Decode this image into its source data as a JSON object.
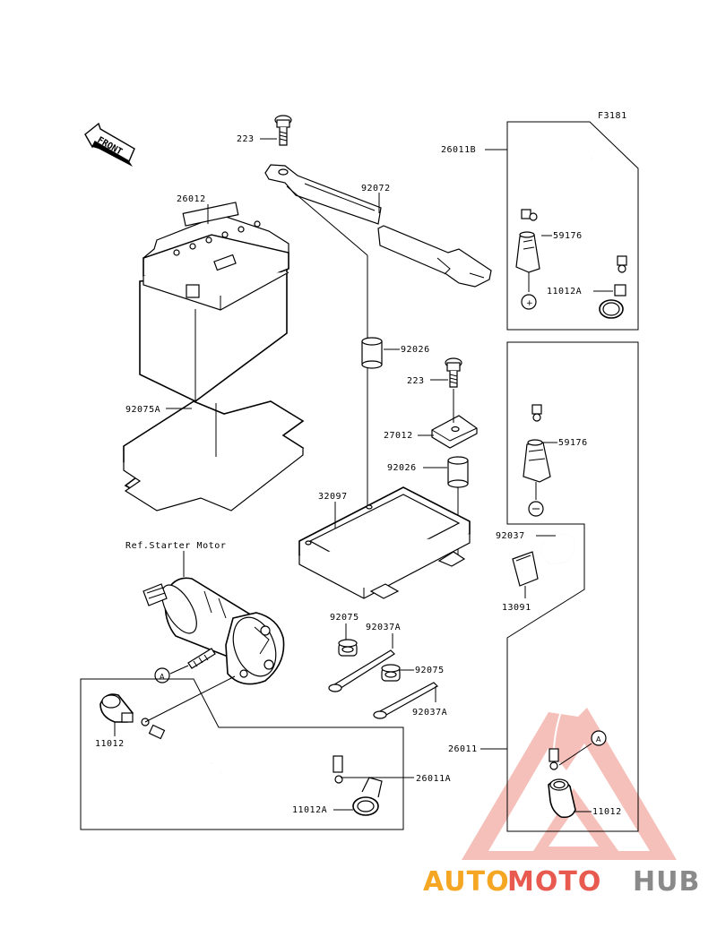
{
  "figure_code": "F3181",
  "front_label": "FRONT",
  "reference": "Ref.Starter Motor",
  "callout_marker": "A",
  "parts": {
    "bolt_top": "223",
    "battery": "26012",
    "battery_pad": "92075A",
    "hold_strap": "92072",
    "lead_top": "26011B",
    "cover_top": "59176",
    "cap_top": "11012A",
    "spacer_a": "92026",
    "bolt_mid": "223",
    "bracket": "27012",
    "spacer_b": "92026",
    "battery_case": "32097",
    "cover_mid": "59176",
    "clamp": "92037",
    "pad_small": "13091",
    "grommet_a": "92075",
    "band_a": "92037A",
    "grommet_b": "92075",
    "band_b": "92037A",
    "cap_left": "11012",
    "lead_bottom": "26011A",
    "cap_bottom": "11012A",
    "lead_right": "26011",
    "cap_right": "11012"
  },
  "watermark": {
    "auto": "AUTO",
    "moto": "MOTO",
    "hub": "HUB"
  },
  "colors": {
    "watermark_auto": "#f5a623",
    "watermark_moto": "#e85a4f",
    "watermark_hub": "#8a8a8a"
  }
}
